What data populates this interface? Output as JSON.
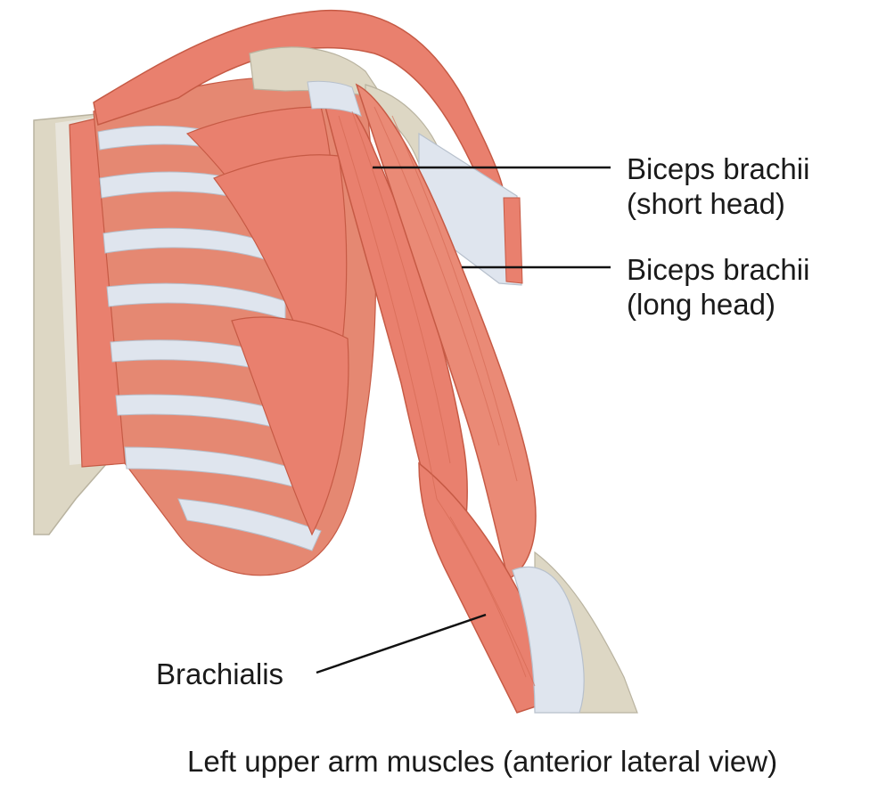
{
  "labels": {
    "short_head": {
      "line1": "Biceps brachii",
      "line2": "(short head)"
    },
    "long_head": {
      "line1": "Biceps brachii",
      "line2": "(long head)"
    },
    "brachialis": "Brachialis"
  },
  "caption": "Left upper arm muscles (anterior lateral view)",
  "colors": {
    "muscle": "#e9806e",
    "muscle_dark": "#d9654f",
    "tendon": "#dfe5ee",
    "bone": "#ddd7c4",
    "leader": "#111111"
  }
}
